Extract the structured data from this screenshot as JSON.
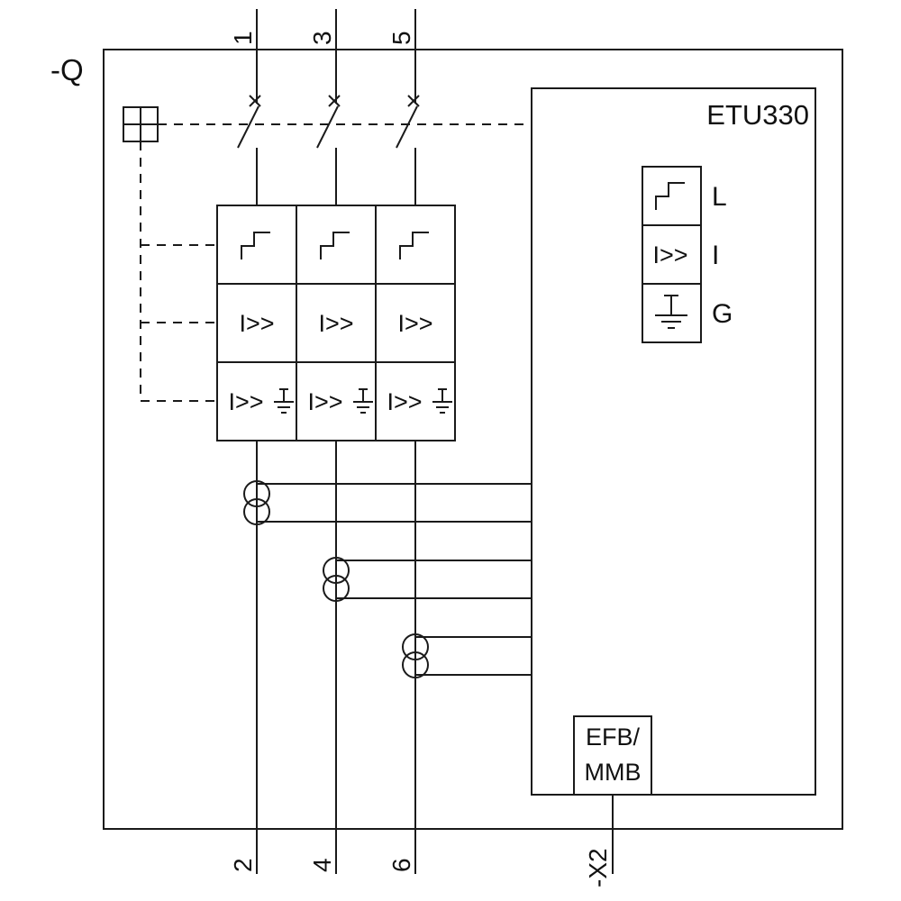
{
  "device": {
    "label": "-Q"
  },
  "trip_unit": {
    "label": "ETU330"
  },
  "terminals": {
    "top": [
      "1",
      "3",
      "5"
    ],
    "bottom": [
      "2",
      "4",
      "6"
    ],
    "connector": "-X2"
  },
  "module": {
    "line1": "EFB/",
    "line2": "MMB"
  },
  "symbols": {
    "instantaneous": "I>>"
  },
  "legend": {
    "long_time_label": "L",
    "instantaneous_label": "I",
    "ground_fault_label": "G",
    "instantaneous_symbol_text": "I>>"
  },
  "colors": {
    "line": "#1a1a1a",
    "background": "#ffffff"
  }
}
